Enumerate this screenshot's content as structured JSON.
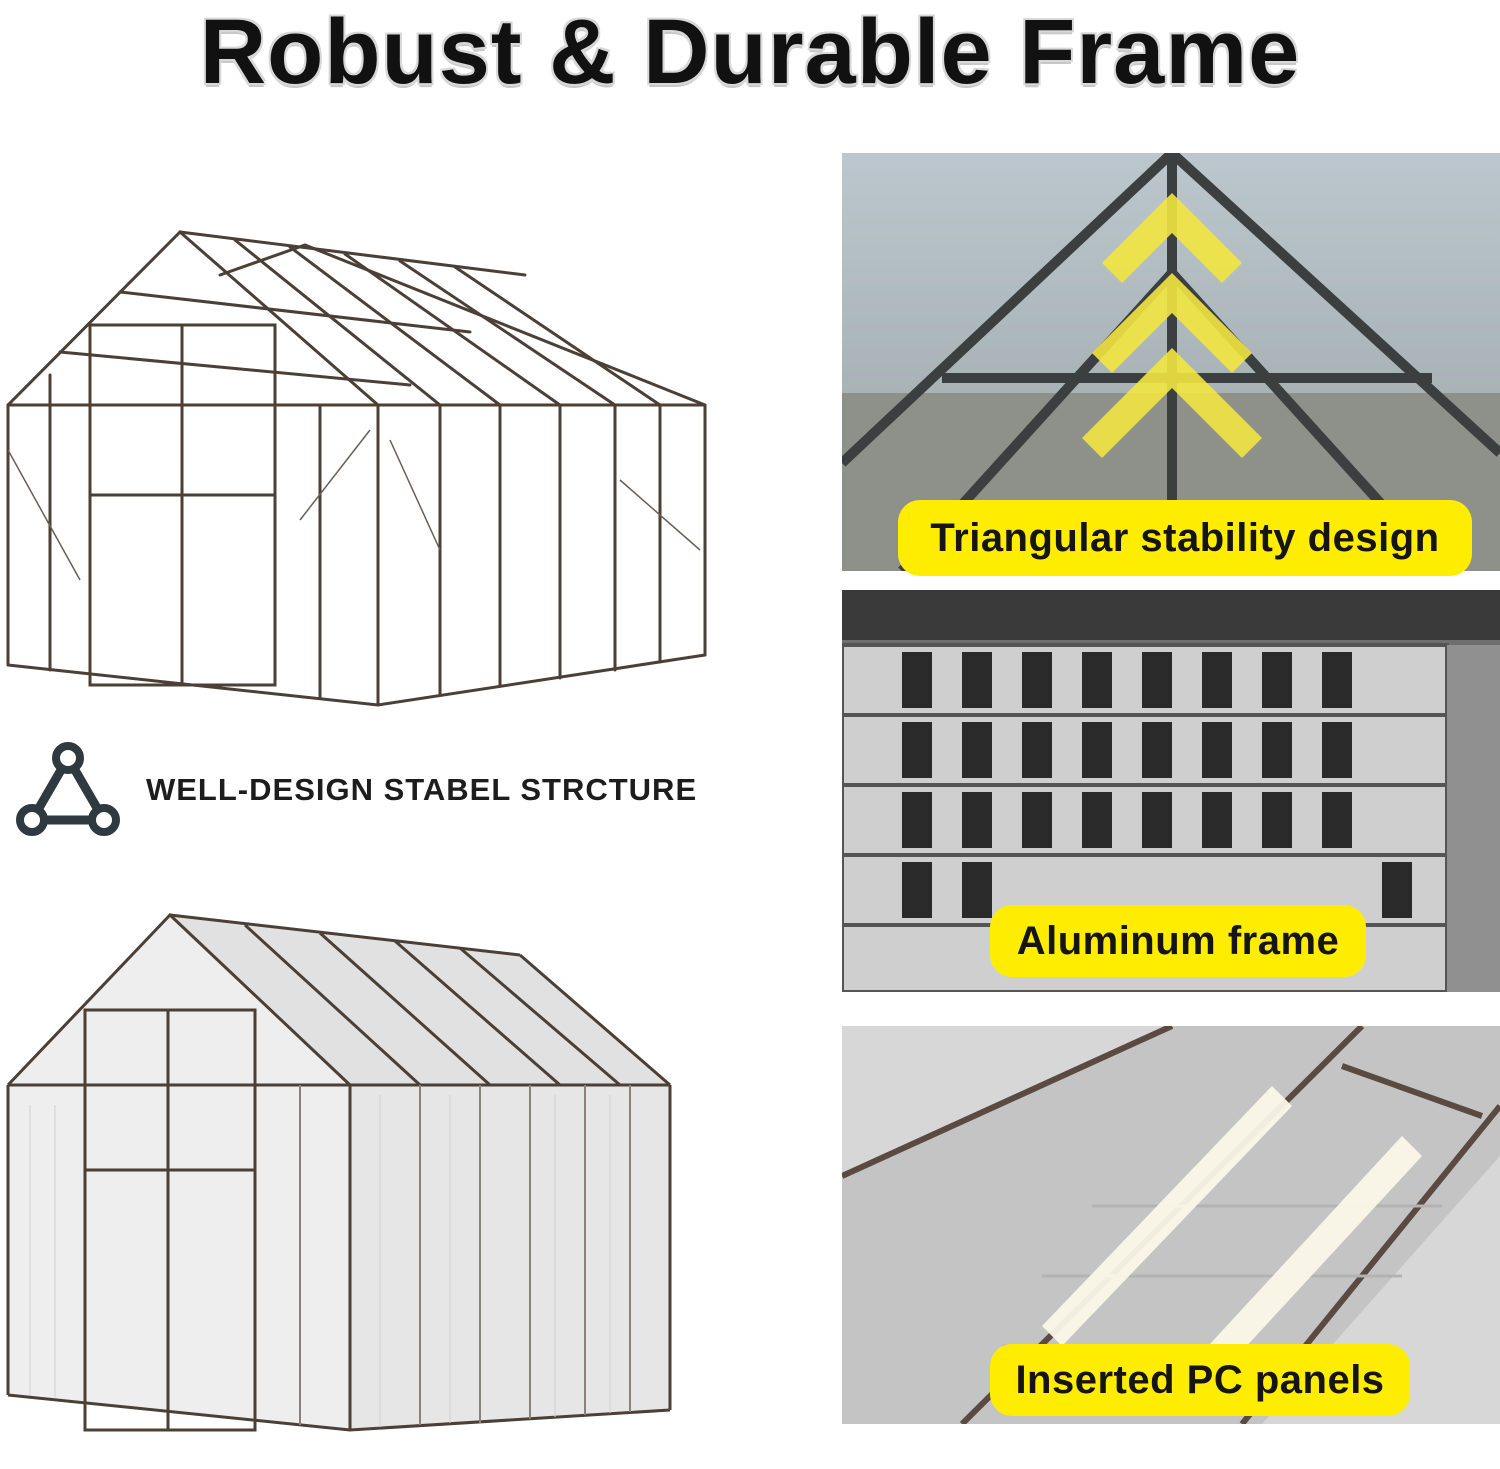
{
  "headline": "Robust & Durable Frame",
  "feature": {
    "icon": "triangle-structure-icon",
    "text": "WELL-DESIGN STABEL STRCTURE"
  },
  "panels": [
    {
      "label": "Triangular stability design",
      "image": "roof-ridge-triangle-photo"
    },
    {
      "label": "Aluminum frame",
      "image": "aluminum-profile-stack-photo"
    },
    {
      "label": "Inserted PC panels",
      "image": "pc-panel-roof-photo"
    }
  ],
  "colors": {
    "label_background": "#ffed00",
    "frame_line": "#4b3f36",
    "icon": "#2f3a40",
    "headline": "#111111"
  }
}
